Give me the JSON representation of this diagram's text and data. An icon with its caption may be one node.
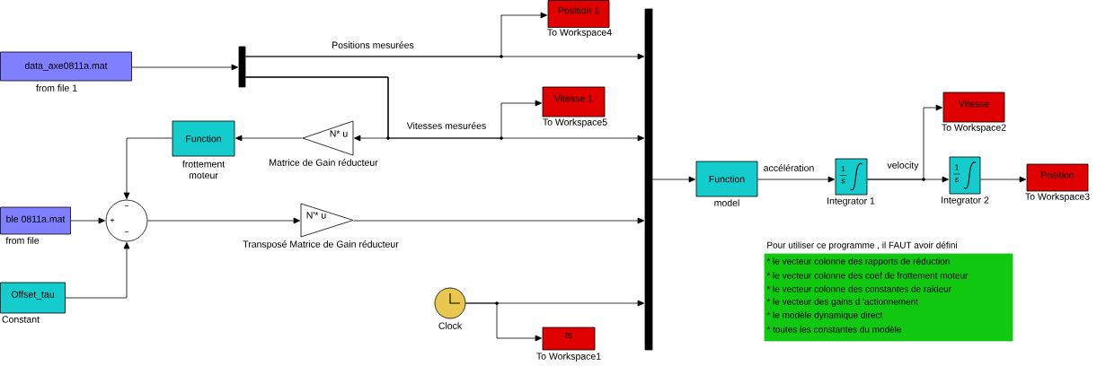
{
  "diagram": {
    "nodes": [
      {
        "text": [
          "data_axe0811a.mat"
        ],
        "beside": [
          "from file 1"
        ]
      },
      {
        "text": [],
        "shape": "bar"
      },
      {
        "text": [
          "Position 1"
        ],
        "beside": [
          "To Workspace4"
        ]
      },
      {
        "text": [
          "Vitesse 1"
        ],
        "beside": [
          "To Workspace5"
        ]
      },
      {
        "text": [],
        "shape": "bar"
      },
      {
        "text": [
          "N* u"
        ],
        "beside": [
          "Matrice de Gain réducteur"
        ]
      },
      {
        "text": [
          "Function"
        ],
        "beside": [
          "frottement moteur"
        ]
      },
      {
        "text": [
          "ble 0811a.mat"
        ],
        "beside": [
          "from file"
        ]
      },
      {
        "text": [
          "−",
          "+",
          "−"
        ]
      },
      {
        "text": [
          "Offset_tau"
        ],
        "beside": [
          "Constant"
        ]
      },
      {
        "text": [
          "N'* u"
        ],
        "beside": [
          "Transposé Matrice de Gain réducteur"
        ]
      },
      {
        "text": [],
        "shape": "circle",
        "beside": [
          "Clock"
        ]
      },
      {
        "text": [
          "ts"
        ],
        "beside": [
          "To Workspace1"
        ]
      },
      {
        "text": [
          "Function"
        ],
        "beside": [
          "model"
        ]
      },
      {
        "text": [
          "1",
          "s"
        ],
        "beside": [
          "Integrator 1"
        ]
      },
      {
        "text": [
          "Vitesse"
        ],
        "beside": [
          "To Workspace2"
        ]
      },
      {
        "text": [
          "1",
          "s"
        ],
        "beside": [
          "Integrator 2"
        ]
      },
      {
        "text": [
          "Position"
        ],
        "beside": [
          "To Workspace3"
        ]
      },
      {
        "text": [
          "Pour utiliser ce programme , il FAUT avoir défini",
          "* le vecteur colonne des rapports de réduction",
          "* le vecteur colonne des coef de frottement moteur",
          "* le vecteur colonne des constantes de raideur",
          "* le vecteur des gains d 'actionnement",
          "* le modèle dynamique direct",
          "* toutes les constantes du modèle"
        ]
      }
    ],
    "edges": [
      {
        "from": 0,
        "to": 1,
        "arrow": "to"
      },
      {
        "from": 1,
        "to": 4,
        "arrow": "to",
        "label": "Positions mesurées"
      },
      {
        "from": 1,
        "to": 2,
        "arrow": "to"
      },
      {
        "from": 1,
        "to": 5,
        "arrow": "to"
      },
      {
        "from": 1,
        "to": 4,
        "arrow": "to",
        "label": "Vitesses mesurées"
      },
      {
        "from": 1,
        "to": 3,
        "arrow": "to"
      },
      {
        "from": 5,
        "to": 6,
        "arrow": "to"
      },
      {
        "from": 6,
        "to": 8,
        "arrow": "to"
      },
      {
        "from": 7,
        "to": 8,
        "arrow": "to"
      },
      {
        "from": 9,
        "to": 8,
        "arrow": "to"
      },
      {
        "from": 8,
        "to": 10,
        "arrow": "to"
      },
      {
        "from": 10,
        "to": 4,
        "arrow": "to"
      },
      {
        "from": 11,
        "to": 4,
        "arrow": "to"
      },
      {
        "from": 11,
        "to": 12,
        "arrow": "to"
      },
      {
        "from": 4,
        "to": 13,
        "arrow": "to"
      },
      {
        "from": 13,
        "to": 14,
        "arrow": "to",
        "label": "accélération"
      },
      {
        "from": 14,
        "to": 16,
        "arrow": "to",
        "label": "velocity"
      },
      {
        "from": 14,
        "to": 15,
        "arrow": "to"
      },
      {
        "from": 16,
        "to": 17,
        "arrow": "to"
      }
    ]
  }
}
